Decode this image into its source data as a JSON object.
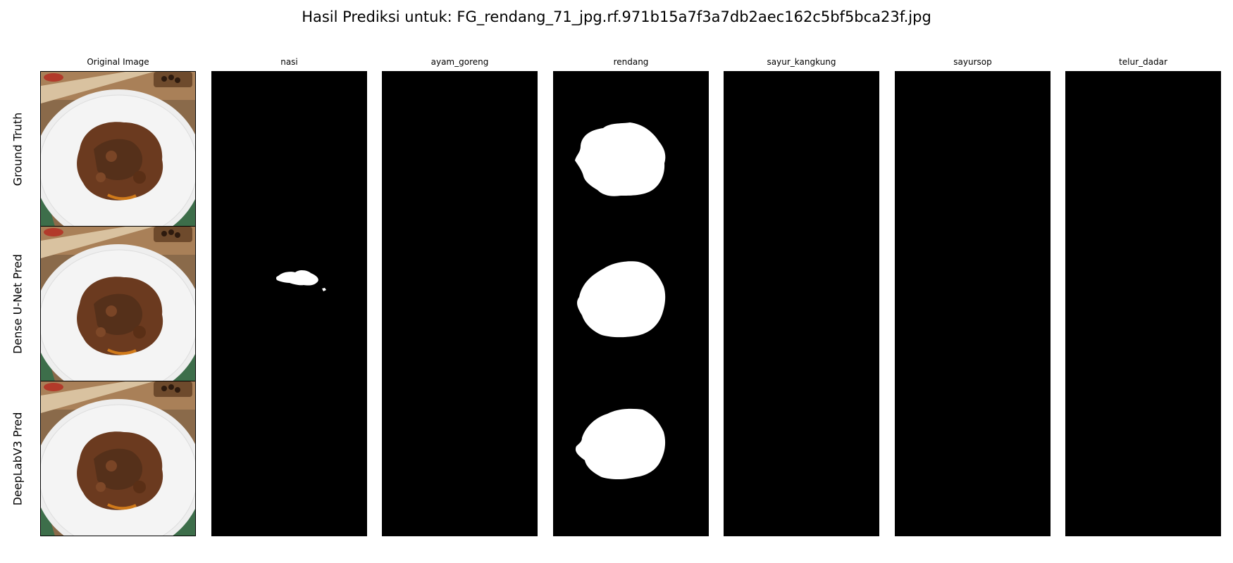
{
  "figure_title": "Hasil Prediksi untuk: FG_rendang_71_jpg.rf.971b15a7f3a7db2aec162c5bf5bca23f.jpg",
  "columns": [
    {
      "label": "Original Image"
    },
    {
      "label": "nasi"
    },
    {
      "label": "ayam_goreng"
    },
    {
      "label": "rendang"
    },
    {
      "label": "sayur_kangkung"
    },
    {
      "label": "sayursop"
    },
    {
      "label": "telur_dadar"
    }
  ],
  "rows": [
    {
      "label": "Ground Truth"
    },
    {
      "label": "Dense U-Net Pred"
    },
    {
      "label": "DeepLabV3 Pred"
    }
  ],
  "masks_present": {
    "ground_truth": [
      "rendang"
    ],
    "dense_unet_pred": [
      "nasi",
      "rendang"
    ],
    "deeplabv3_pred": [
      "rendang"
    ]
  },
  "colors": {
    "mask_background": "#000000",
    "mask_foreground": "#ffffff",
    "plate": "#eeeeee",
    "rendang": "#6b3a1f",
    "table_wood": "#8a6a4a",
    "leaf": "#3d6e4a"
  }
}
